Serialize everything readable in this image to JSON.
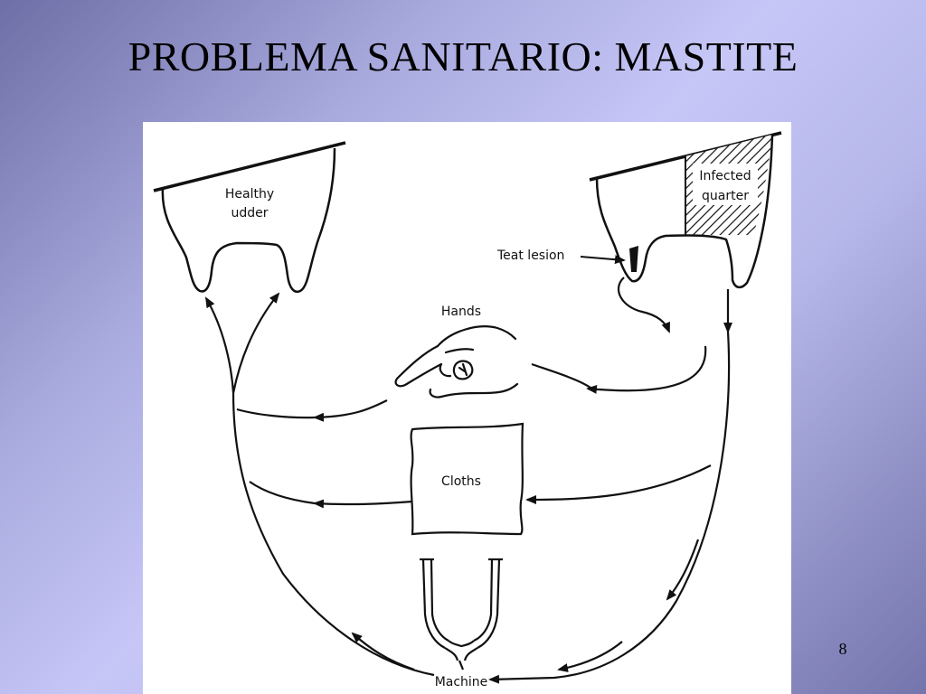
{
  "slide": {
    "title": "PROBLEMA SANITARIO: MASTITE",
    "page_number": "8"
  },
  "diagram": {
    "labels": {
      "healthy_1": "Healthy",
      "healthy_2": "udder",
      "infected_1": "Infected",
      "infected_2": "quarter",
      "teat_lesion": "Teat lesion",
      "hands": "Hands",
      "cloths": "Cloths",
      "machine": "Machine"
    }
  }
}
